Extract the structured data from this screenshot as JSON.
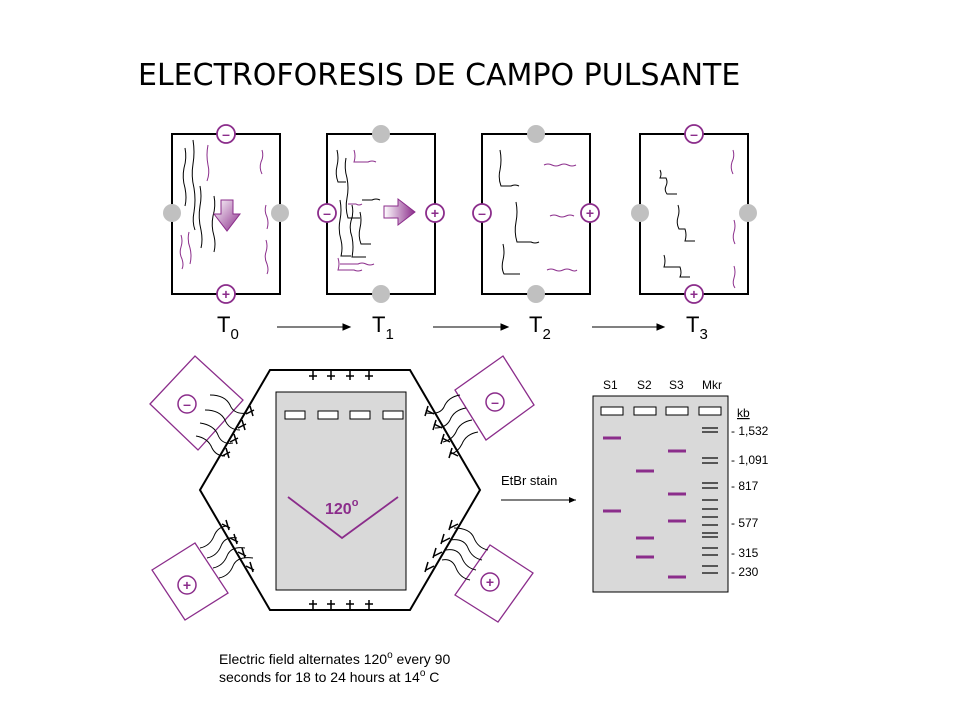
{
  "title": "ELECTROFORESIS DE CAMPO PULSANTE",
  "colors": {
    "accent": "#8b2d8b",
    "electrode_gray": "#c0c0c0",
    "gel_gray": "#d9d9d9",
    "line": "#000000"
  },
  "electrode_signs": {
    "negative": "–",
    "positive": "+"
  },
  "time_steps": [
    {
      "label": "T",
      "sub": "0"
    },
    {
      "label": "T",
      "sub": "1"
    },
    {
      "label": "T",
      "sub": "2"
    },
    {
      "label": "T",
      "sub": "3"
    }
  ],
  "chef": {
    "angle_label": "120",
    "angle_unit": "o",
    "caption_line1_a": "Electric field alternates 120",
    "caption_line1_sup": "o",
    "caption_line1_b": " every 90",
    "caption_line2_a": "seconds for 18 to 24 hours at 14",
    "caption_line2_sup": "o",
    "caption_line2_b": " C"
  },
  "stain_label": "EtBr stain",
  "result_gel": {
    "lanes": [
      "S1",
      "S2",
      "S3",
      "Mkr"
    ],
    "unit": "kb",
    "markers": [
      "- 1,532",
      "- 1,091",
      "- 817",
      "- 577",
      "- 315",
      "- 230"
    ]
  }
}
